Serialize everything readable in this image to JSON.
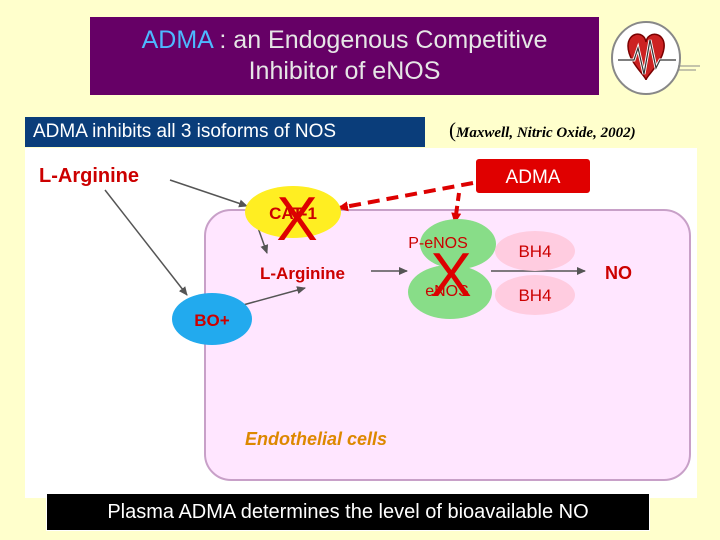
{
  "title": {
    "highlight": "ADMA",
    "line1_rest": " : an Endogenous Competitive",
    "line2": "Inhibitor of eNOS"
  },
  "subtitle": "ADMA inhibits all 3 isoforms of NOS",
  "citation": {
    "open_paren": "(",
    "text": "Maxwell, Nitric Oxide, 2002)"
  },
  "diagram": {
    "l_arginine_outside": "L-Arginine",
    "cat1": "CAT-1",
    "bo_plus": "BO+",
    "l_arginine_inside": "L-Arginine",
    "p_enos": "P-eNOS",
    "enos": "eNOS",
    "bh4_top": "BH4",
    "bh4_bottom": "BH4",
    "no": "NO",
    "adma": "ADMA",
    "endothelial_cells": "Endothelial cells",
    "inhibit_mark": "X"
  },
  "caption": "Plasma ADMA determines the level of bioavailable NO",
  "colors": {
    "title_bg": "#660066",
    "subtitle_bg": "#0a3d7a",
    "cell_fill": "#ffe6ff",
    "cat1_fill": "#ffee22",
    "bo_fill": "#22aaee",
    "enzyme_fill": "#88dd88",
    "bh4_fill": "#ffcce0",
    "label_red": "#cc0000",
    "adma_box": "#e00000"
  },
  "icons": [
    "heart-ecg-logo-icon"
  ]
}
